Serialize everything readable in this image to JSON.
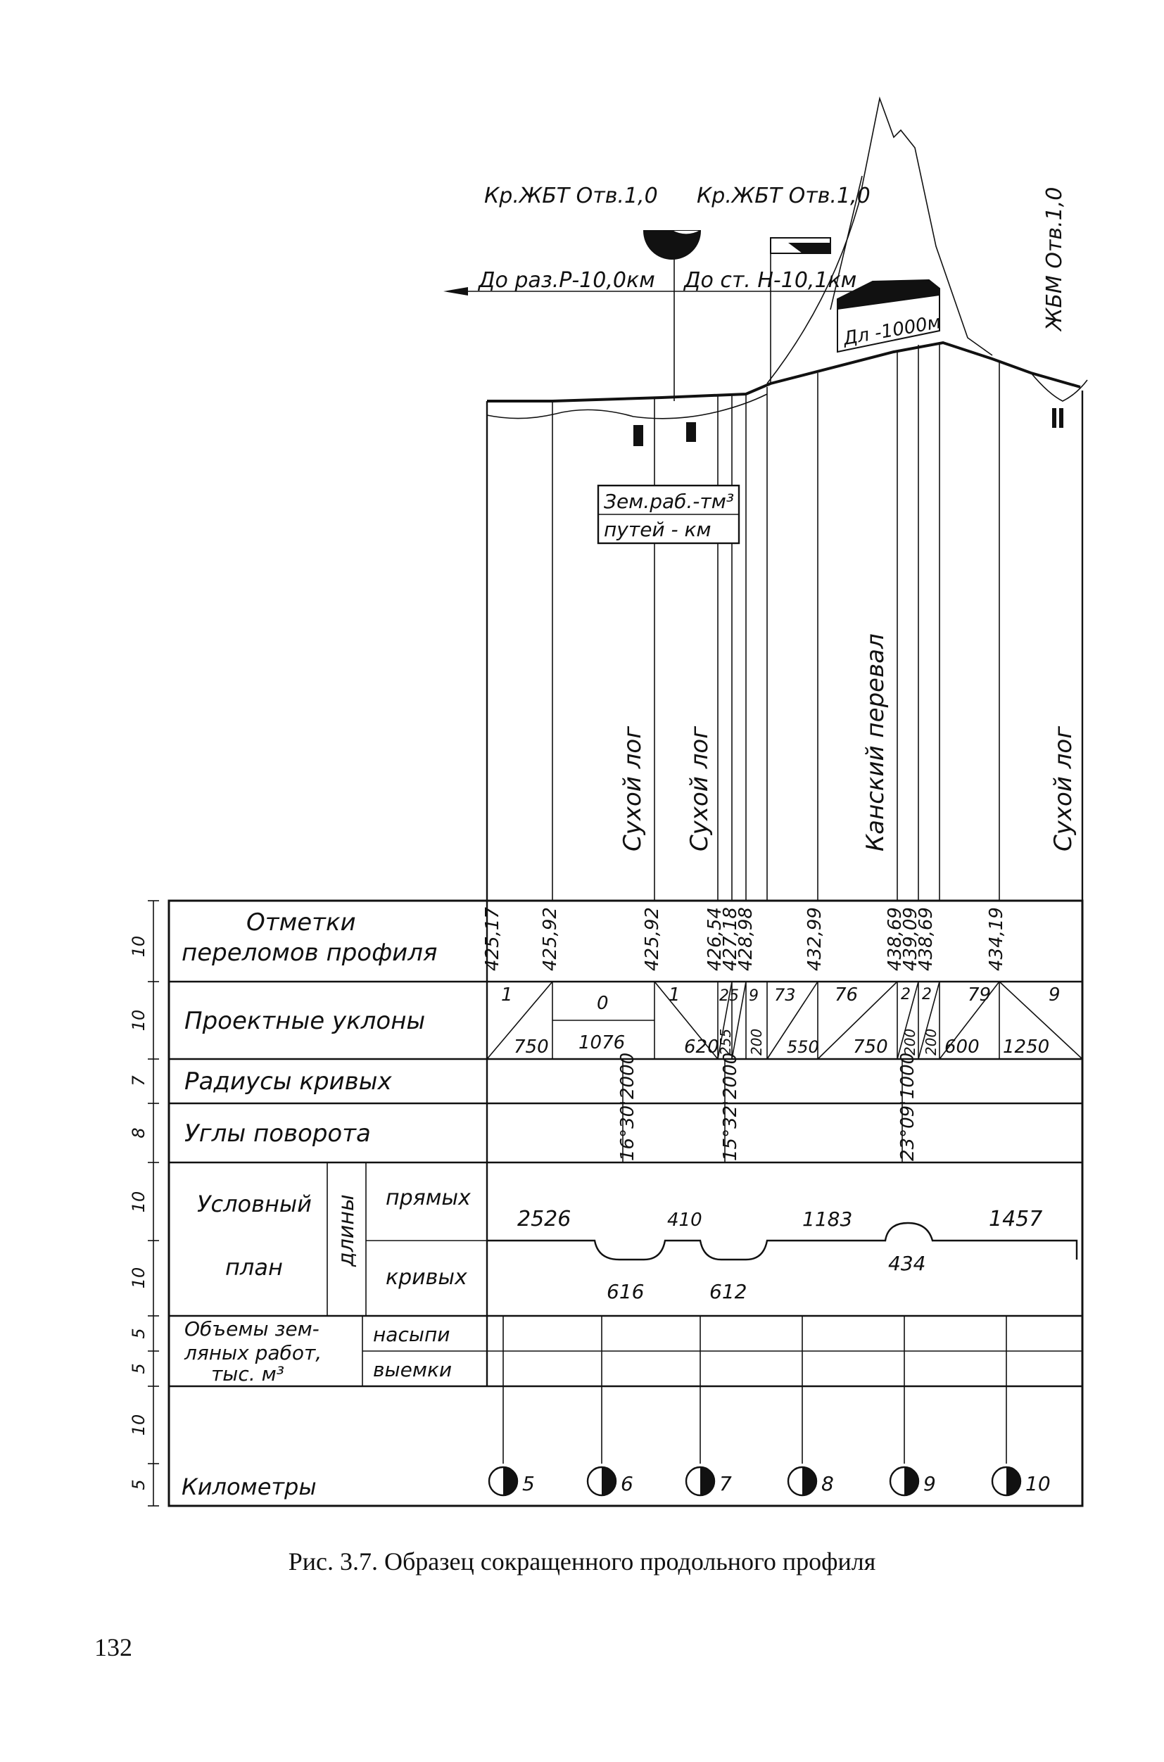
{
  "top": {
    "label_bridge_1": "Кр.ЖБТ Отв.1,0",
    "label_bridge_2": "Кр.ЖБТ Отв.1,0",
    "label_right": "ЖБМ Отв.1,0",
    "arrow_left": "До раз.Р-10,0км",
    "arrow_station": "До ст. Н-10,1км",
    "tunnel": "Дл -1000м",
    "box_line_1": "Зем.раб.-тм³",
    "box_line_2": "путей - км"
  },
  "features": [
    "Сухой лог",
    "Сухой лог",
    "Канский перевал",
    "Сухой лог"
  ],
  "rows": {
    "marks": "Отметки переломов профиля",
    "grades": "Проектные уклоны",
    "radii": "Радиусы кривых",
    "angles": "Углы поворота",
    "plan_1": "Условный",
    "plan_2": "план",
    "lengths": "длины",
    "straight": "прямых",
    "curves": "кривых",
    "vol_1": "Объемы зем-",
    "vol_2": "ляных работ,",
    "vol_3": "тыс. м³",
    "fill": "насыпи",
    "cut": "выемки",
    "km": "Километры"
  },
  "row_heights": [
    "10",
    "10",
    "7",
    "8",
    "10",
    "10",
    "5",
    "5",
    "10",
    "5"
  ],
  "marks": [
    "425,17",
    "425,92",
    "425,92",
    "426,54",
    "427,18",
    "428,98",
    "432,99",
    "438,69",
    "439,09",
    "438,69",
    "434,19"
  ],
  "grades": [
    {
      "top": "1",
      "bottom": "750"
    },
    {
      "top": "0",
      "bottom": "1076"
    },
    {
      "top": "1",
      "bottom": "620"
    },
    {
      "top": "25",
      "bottom": "255"
    },
    {
      "top": "9",
      "bottom": "200"
    },
    {
      "top": "73",
      "bottom": "550"
    },
    {
      "top": "76",
      "bottom": "750"
    },
    {
      "top": "2",
      "bottom": "200"
    },
    {
      "top": "2",
      "bottom": "200"
    },
    {
      "top": "79",
      "bottom": "600"
    },
    {
      "top": "9",
      "bottom": "1250"
    }
  ],
  "curves": [
    {
      "radius": "2000",
      "angle": "16°30'"
    },
    {
      "radius": "2000",
      "angle": "15°32'"
    },
    {
      "radius": "1000",
      "angle": "23°09'"
    }
  ],
  "straights": [
    "2526",
    "410",
    "1183",
    "1457"
  ],
  "curve_lengths": [
    "616",
    "612",
    "434"
  ],
  "kilometers": [
    "5",
    "6",
    "7",
    "8",
    "9",
    "10"
  ],
  "caption": "Рис. 3.7. Образец сокращенного продольного профиля",
  "page_number": "132"
}
